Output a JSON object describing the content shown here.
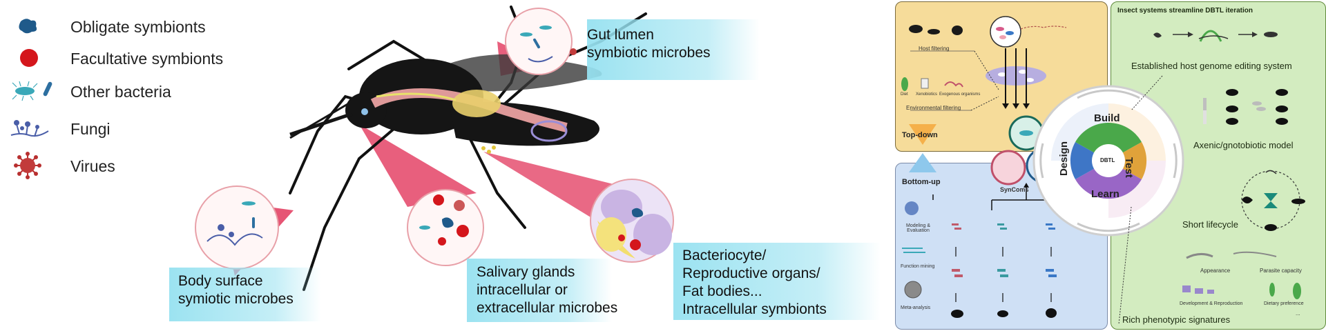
{
  "legend": [
    {
      "label": "Obligate symbionts",
      "icon": "obligate-symbiont-icon"
    },
    {
      "label": "Facultative symbionts",
      "icon": "facultative-symbiont-icon"
    },
    {
      "label": "Other bacteria",
      "icon": "bacteria-icon"
    },
    {
      "label": "Fungi",
      "icon": "fungi-icon"
    },
    {
      "label": "Virues",
      "icon": "virus-icon"
    }
  ],
  "mosquito_labels": {
    "gut_lumen": [
      "Gut lumen",
      "symbiotic microbes"
    ],
    "body_surface": [
      "Body surface",
      "symiotic microbes"
    ],
    "salivary": [
      "Salivary glands",
      "intracellular or",
      "extracellular microbes"
    ],
    "bacteriocyte": [
      "Bacteriocyte/",
      "Reproductive organs/",
      "Fat bodies...",
      "Intracellular symbionts"
    ]
  },
  "left_panel": {
    "host_filtering": "Host filtering",
    "diet": "Diet",
    "xenobiotics": "Xenobiotics",
    "exogenous": "Exogenous organisms",
    "environmental_filtering": "Environmental filtering",
    "top_down": "Top-down",
    "bottom_up": "Bottom-up",
    "syncoms": "SynComs",
    "modeling": [
      "Modeling &",
      "Evaluation"
    ],
    "function_mining": "Function mining",
    "meta_analysis": "Meta-analysis"
  },
  "dbtl": {
    "center": "DBTL",
    "build": "Build",
    "test": "Test",
    "learn": "Learn",
    "design": "Design"
  },
  "right_panel": {
    "title": "Insect systems streamline DBTL iteration",
    "genome_editing": "Established host genome editing system",
    "axenic": "Axenic/gnotobiotic model",
    "short_lifecycle": "Short lifecycle",
    "appearance": "Appearance",
    "parasite_capacity": "Parasite capacity",
    "development": "Development & Reproduction",
    "dietary": "Dietary preference",
    "ellipsis": "...",
    "rich_phenotypic": "Rich phenotypic signatures"
  },
  "colors": {
    "cyan_band": "#96e1f0",
    "top_down_panel": "#f6dc9a",
    "bottom_up_panel": "#cfe0f5",
    "insect_panel": "#d3ecc0",
    "dbtl_green": "#4aa84a",
    "dbtl_orange": "#e0a23a",
    "dbtl_purple": "#9966c6",
    "dbtl_blue": "#3e76c6",
    "pink_beam": "#e2375c"
  }
}
